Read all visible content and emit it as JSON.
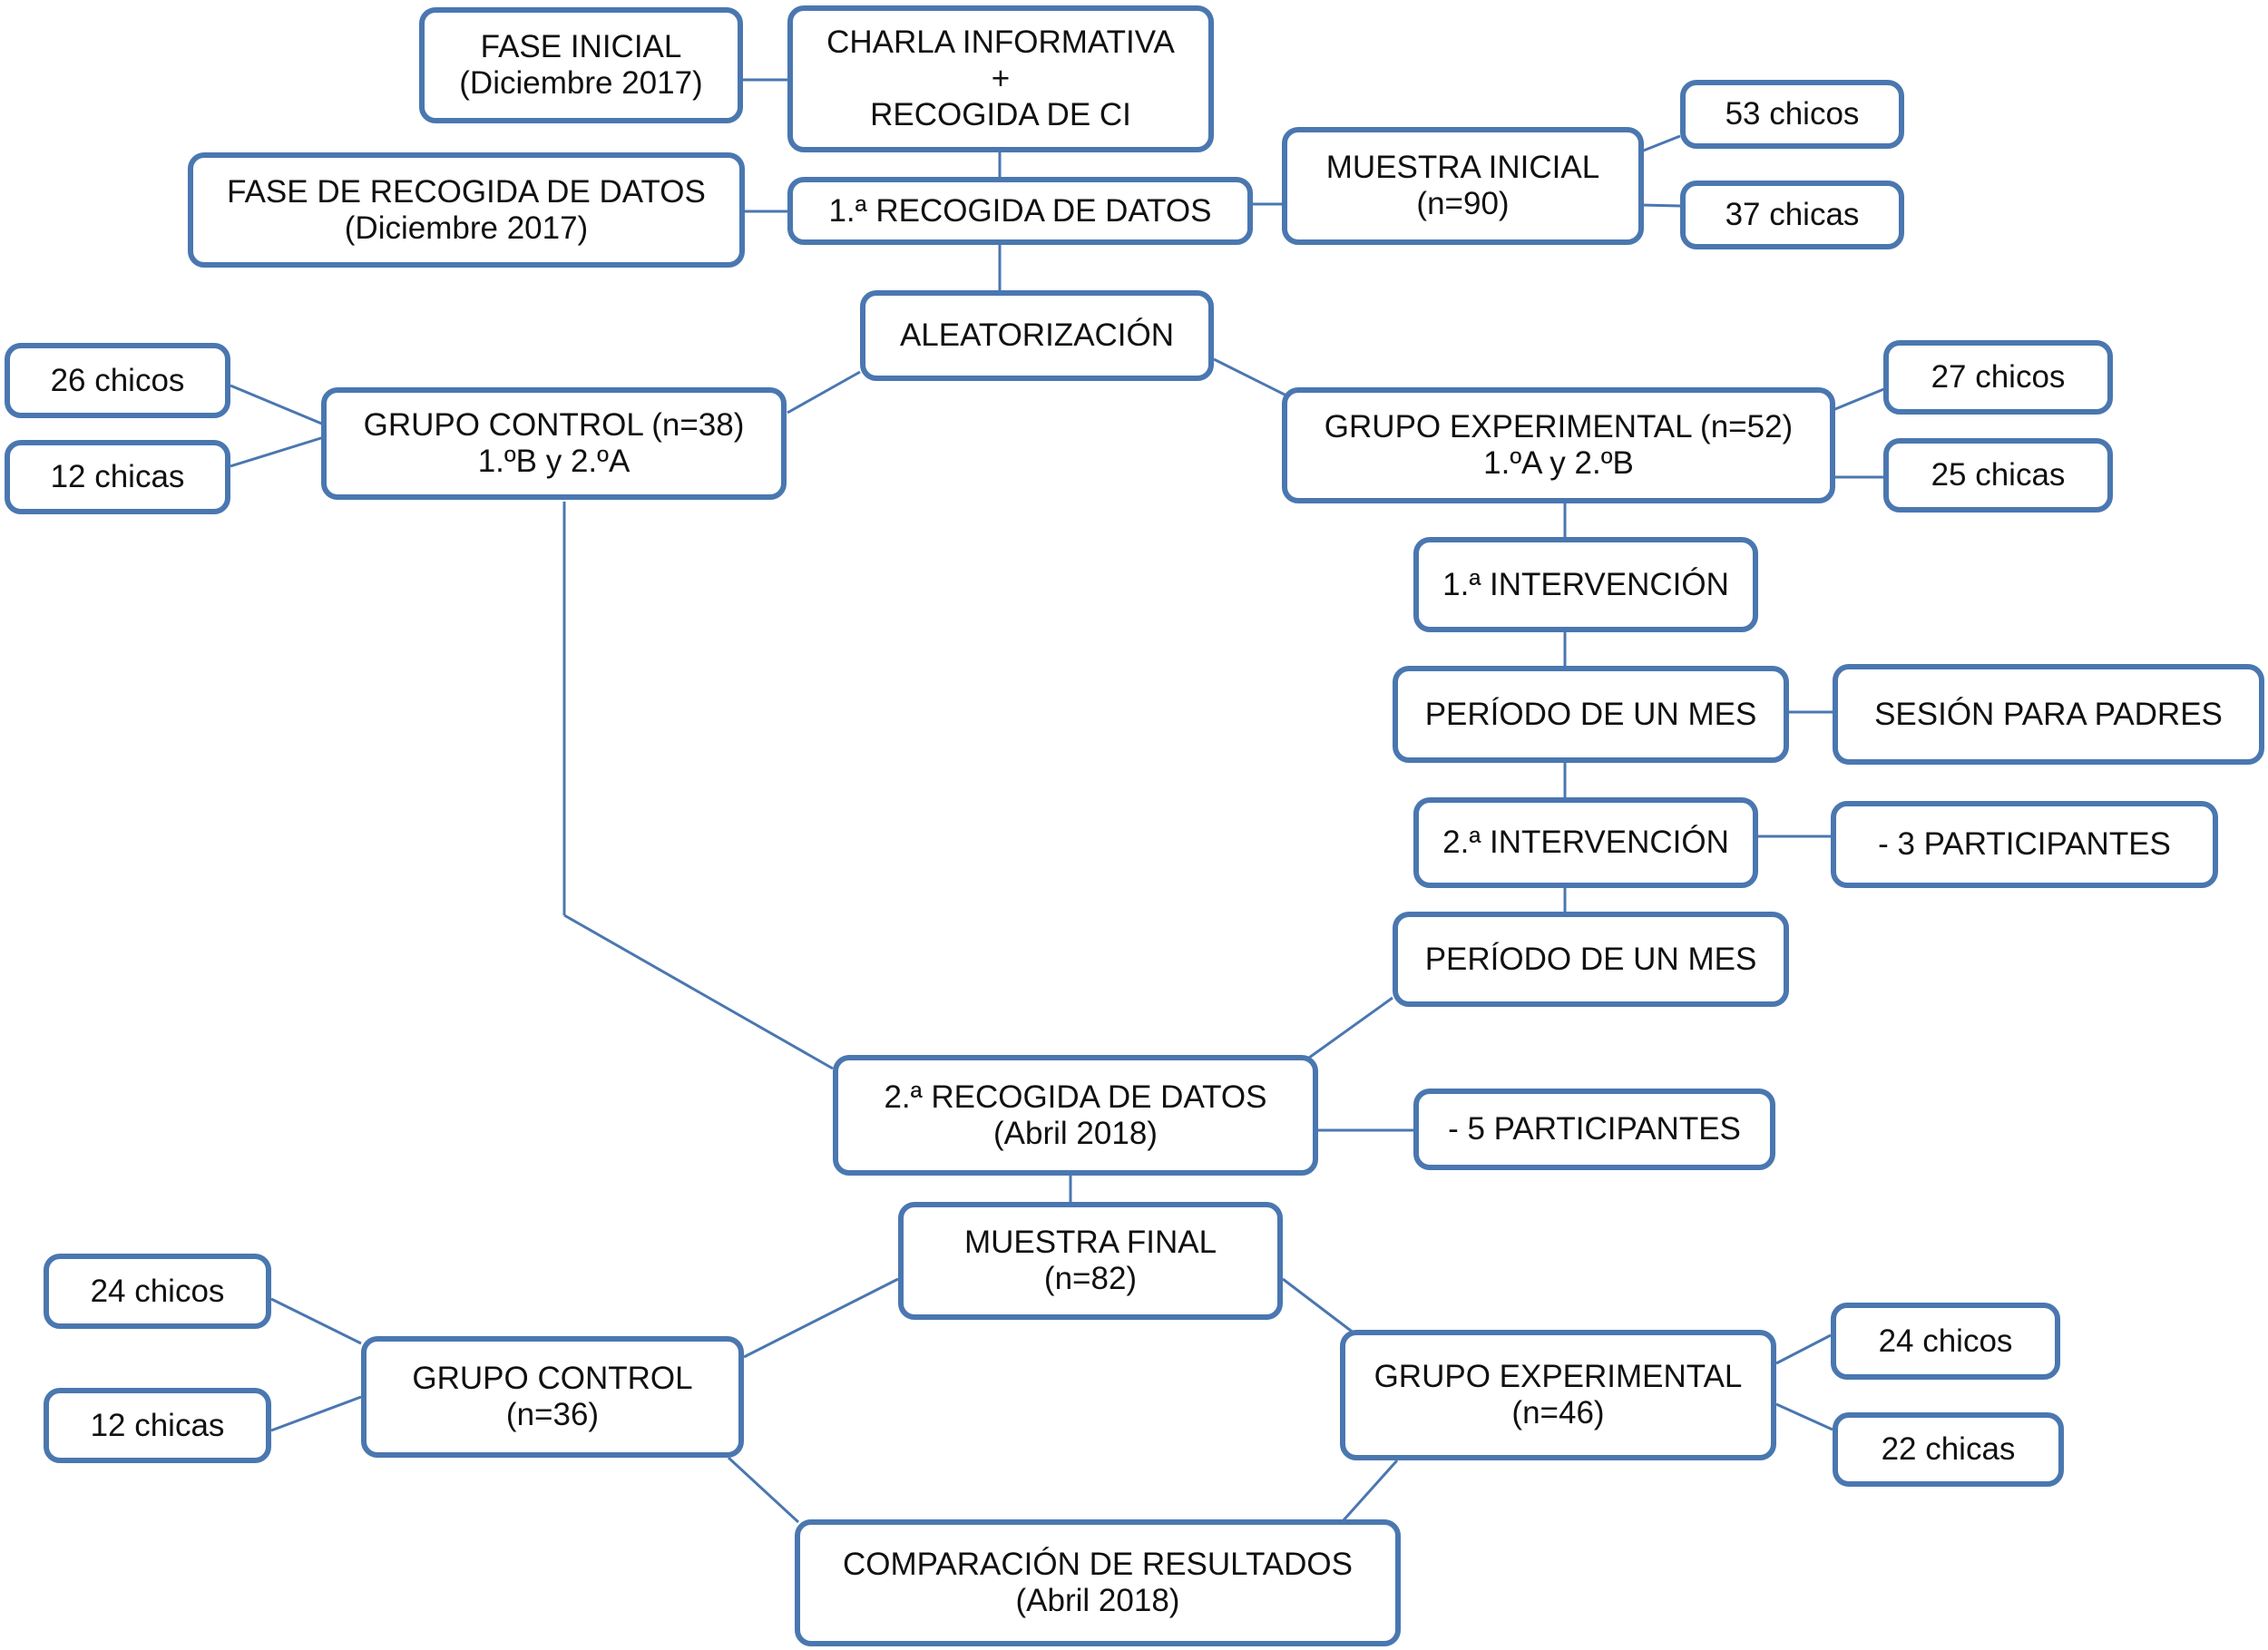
{
  "diagram": {
    "colors": {
      "border": "#4a77b0",
      "text": "#111111",
      "background": "#ffffff"
    },
    "nodes": [
      {
        "id": "fase-inicial",
        "lines": [
          "FASE INICIAL",
          "(Diciembre 2017)"
        ]
      },
      {
        "id": "charla",
        "lines": [
          "CHARLA INFORMATIVA",
          "+",
          "RECOGIDA DE CI"
        ]
      },
      {
        "id": "fase-recogida",
        "lines": [
          "FASE DE RECOGIDA DE DATOS",
          "(Diciembre 2017)"
        ]
      },
      {
        "id": "recogida-1",
        "lines": [
          "1.ª  RECOGIDA DE DATOS"
        ]
      },
      {
        "id": "muestra-inicial",
        "lines": [
          "MUESTRA INICIAL",
          "(n=90)"
        ]
      },
      {
        "id": "mi-chicos",
        "lines": [
          "53 chicos"
        ]
      },
      {
        "id": "mi-chicas",
        "lines": [
          "37 chicas"
        ]
      },
      {
        "id": "aleatorizacion",
        "lines": [
          "ALEATORIZACIÓN"
        ]
      },
      {
        "id": "gc1",
        "lines": [
          "GRUPO CONTROL (n=38)",
          "1.ºB y 2.ºA"
        ]
      },
      {
        "id": "gc1-chicos",
        "lines": [
          "26 chicos"
        ]
      },
      {
        "id": "gc1-chicas",
        "lines": [
          "12 chicas"
        ]
      },
      {
        "id": "ge1",
        "lines": [
          "GRUPO EXPERIMENTAL (n=52)",
          "1.ºA y 2.ºB"
        ]
      },
      {
        "id": "ge1-chicos",
        "lines": [
          "27 chicos"
        ]
      },
      {
        "id": "ge1-chicas",
        "lines": [
          "25 chicas"
        ]
      },
      {
        "id": "intervencion-1",
        "lines": [
          "1.ª INTERVENCIÓN"
        ]
      },
      {
        "id": "periodo-1",
        "lines": [
          "PERÍODO DE UN MES"
        ]
      },
      {
        "id": "sesion-padres",
        "lines": [
          "SESIÓN PARA PADRES"
        ]
      },
      {
        "id": "intervencion-2",
        "lines": [
          "2.ª INTERVENCIÓN"
        ]
      },
      {
        "id": "menos-3",
        "lines": [
          "- 3 PARTICIPANTES"
        ]
      },
      {
        "id": "periodo-2",
        "lines": [
          "PERÍODO DE UN MES"
        ]
      },
      {
        "id": "recogida-2",
        "lines": [
          "2.ª RECOGIDA DE DATOS",
          "(Abril 2018)"
        ]
      },
      {
        "id": "menos-5",
        "lines": [
          "- 5 PARTICIPANTES"
        ]
      },
      {
        "id": "muestra-final",
        "lines": [
          "MUESTRA FINAL",
          "(n=82)"
        ]
      },
      {
        "id": "gc2",
        "lines": [
          "GRUPO CONTROL",
          "(n=36)"
        ]
      },
      {
        "id": "gc2-chicos",
        "lines": [
          "24 chicos"
        ]
      },
      {
        "id": "gc2-chicas",
        "lines": [
          "12 chicas"
        ]
      },
      {
        "id": "ge2",
        "lines": [
          "GRUPO EXPERIMENTAL",
          "(n=46)"
        ]
      },
      {
        "id": "ge2-chicos",
        "lines": [
          "24 chicos"
        ]
      },
      {
        "id": "ge2-chicas",
        "lines": [
          "22 chicas"
        ]
      },
      {
        "id": "comparacion",
        "lines": [
          "COMPARACIÓN DE RESULTADOS",
          "(Abril 2018)"
        ]
      }
    ],
    "edges": [
      [
        "fase-inicial",
        "charla"
      ],
      [
        "charla",
        "recogida-1"
      ],
      [
        "fase-recogida",
        "recogida-1"
      ],
      [
        "recogida-1",
        "muestra-inicial"
      ],
      [
        "muestra-inicial",
        "mi-chicos"
      ],
      [
        "muestra-inicial",
        "mi-chicas"
      ],
      [
        "recogida-1",
        "aleatorizacion"
      ],
      [
        "aleatorizacion",
        "gc1"
      ],
      [
        "aleatorizacion",
        "ge1"
      ],
      [
        "gc1",
        "gc1-chicos"
      ],
      [
        "gc1",
        "gc1-chicas"
      ],
      [
        "ge1",
        "ge1-chicos"
      ],
      [
        "ge1",
        "ge1-chicas"
      ],
      [
        "ge1",
        "intervencion-1"
      ],
      [
        "intervencion-1",
        "periodo-1"
      ],
      [
        "periodo-1",
        "sesion-padres"
      ],
      [
        "periodo-1",
        "intervencion-2"
      ],
      [
        "intervencion-2",
        "menos-3"
      ],
      [
        "intervencion-2",
        "periodo-2"
      ],
      [
        "periodo-2",
        "recogida-2"
      ],
      [
        "gc1",
        "recogida-2"
      ],
      [
        "recogida-2",
        "menos-5"
      ],
      [
        "recogida-2",
        "muestra-final"
      ],
      [
        "muestra-final",
        "gc2"
      ],
      [
        "muestra-final",
        "ge2"
      ],
      [
        "gc2",
        "gc2-chicos"
      ],
      [
        "gc2",
        "gc2-chicas"
      ],
      [
        "ge2",
        "ge2-chicos"
      ],
      [
        "ge2",
        "ge2-chicas"
      ],
      [
        "gc2",
        "comparacion"
      ],
      [
        "ge2",
        "comparacion"
      ]
    ]
  }
}
